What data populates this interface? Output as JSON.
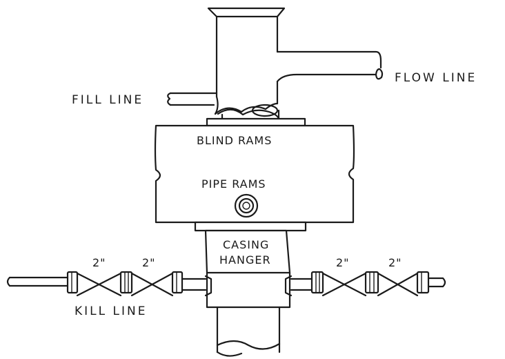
{
  "labels": {
    "flow_line": "FLOW LINE",
    "fill_line": "FILL LINE",
    "blind_rams": "BLIND RAMS",
    "pipe_rams": "PIPE RAMS",
    "casing_hanger_1": "CASING",
    "casing_hanger_2": "HANGER",
    "kill_line": "KILL LINE",
    "valve_size_left_1": "2\"",
    "valve_size_left_2": "2\"",
    "valve_size_right_1": "2\"",
    "valve_size_right_2": "2\""
  }
}
